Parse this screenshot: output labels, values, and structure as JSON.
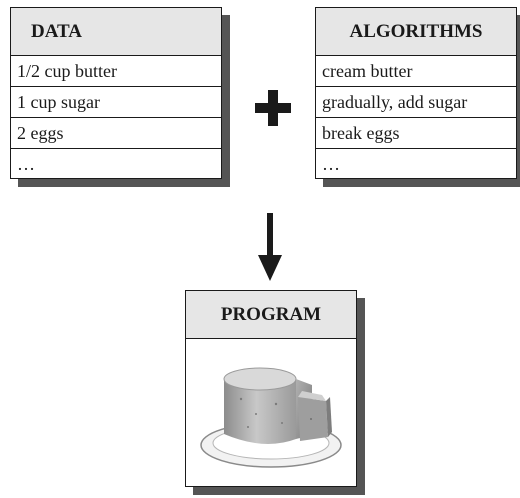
{
  "data_card": {
    "title": "DATA",
    "rows": [
      "1/2 cup butter",
      "1 cup sugar",
      "2 eggs",
      "…"
    ]
  },
  "algorithms_card": {
    "title": "ALGORITHMS",
    "rows": [
      "cream butter",
      "gradually, add sugar",
      "break eggs",
      "…"
    ]
  },
  "program_card": {
    "title": "PROGRAM",
    "image": "cake-on-plate"
  },
  "connectors": {
    "combine_symbol": "plus-icon",
    "result_symbol": "arrow-down-icon"
  },
  "colors": {
    "header_bg": "#e6e6e6",
    "shadow": "#555555",
    "ink": "#1a1a1a"
  }
}
